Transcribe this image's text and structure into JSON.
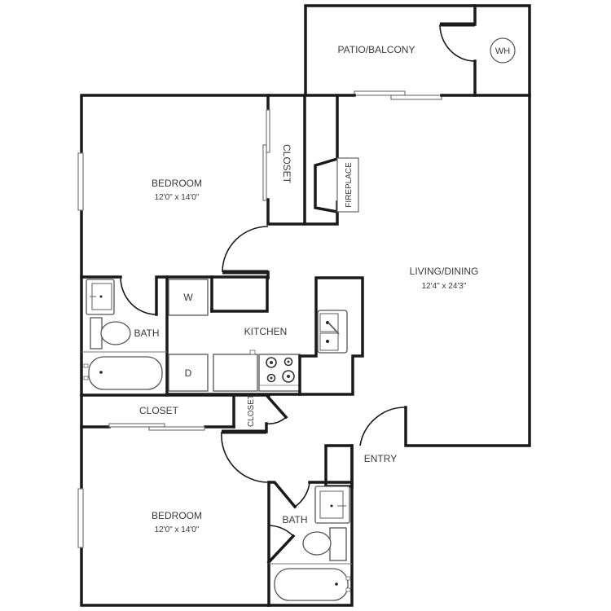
{
  "floor_plan": {
    "rooms": {
      "patio": {
        "label": "PATIO/BALCONY"
      },
      "water_heater": {
        "label": "WH"
      },
      "bedroom1": {
        "label": "BEDROOM",
        "dimensions": "12'0\" x 14'0\""
      },
      "closet1": {
        "label": "CLOSET"
      },
      "fireplace": {
        "label": "FIREPLACE"
      },
      "living": {
        "label": "LIVING/DINING",
        "dimensions": "12'4\" x 24'3\""
      },
      "bath1": {
        "label": "BATH"
      },
      "washer": {
        "label": "W"
      },
      "dryer": {
        "label": "D"
      },
      "kitchen": {
        "label": "KITCHEN"
      },
      "closet2": {
        "label": "CLOSET"
      },
      "closet3": {
        "label": "CLOSET"
      },
      "entry": {
        "label": "ENTRY"
      },
      "bedroom2": {
        "label": "BEDROOM",
        "dimensions": "12'0\" x 14'0\""
      },
      "bath2": {
        "label": "BATH"
      }
    },
    "colors": {
      "wall": "#1a1a1a",
      "text": "#3a3a3a",
      "fixture": "#555555"
    }
  }
}
